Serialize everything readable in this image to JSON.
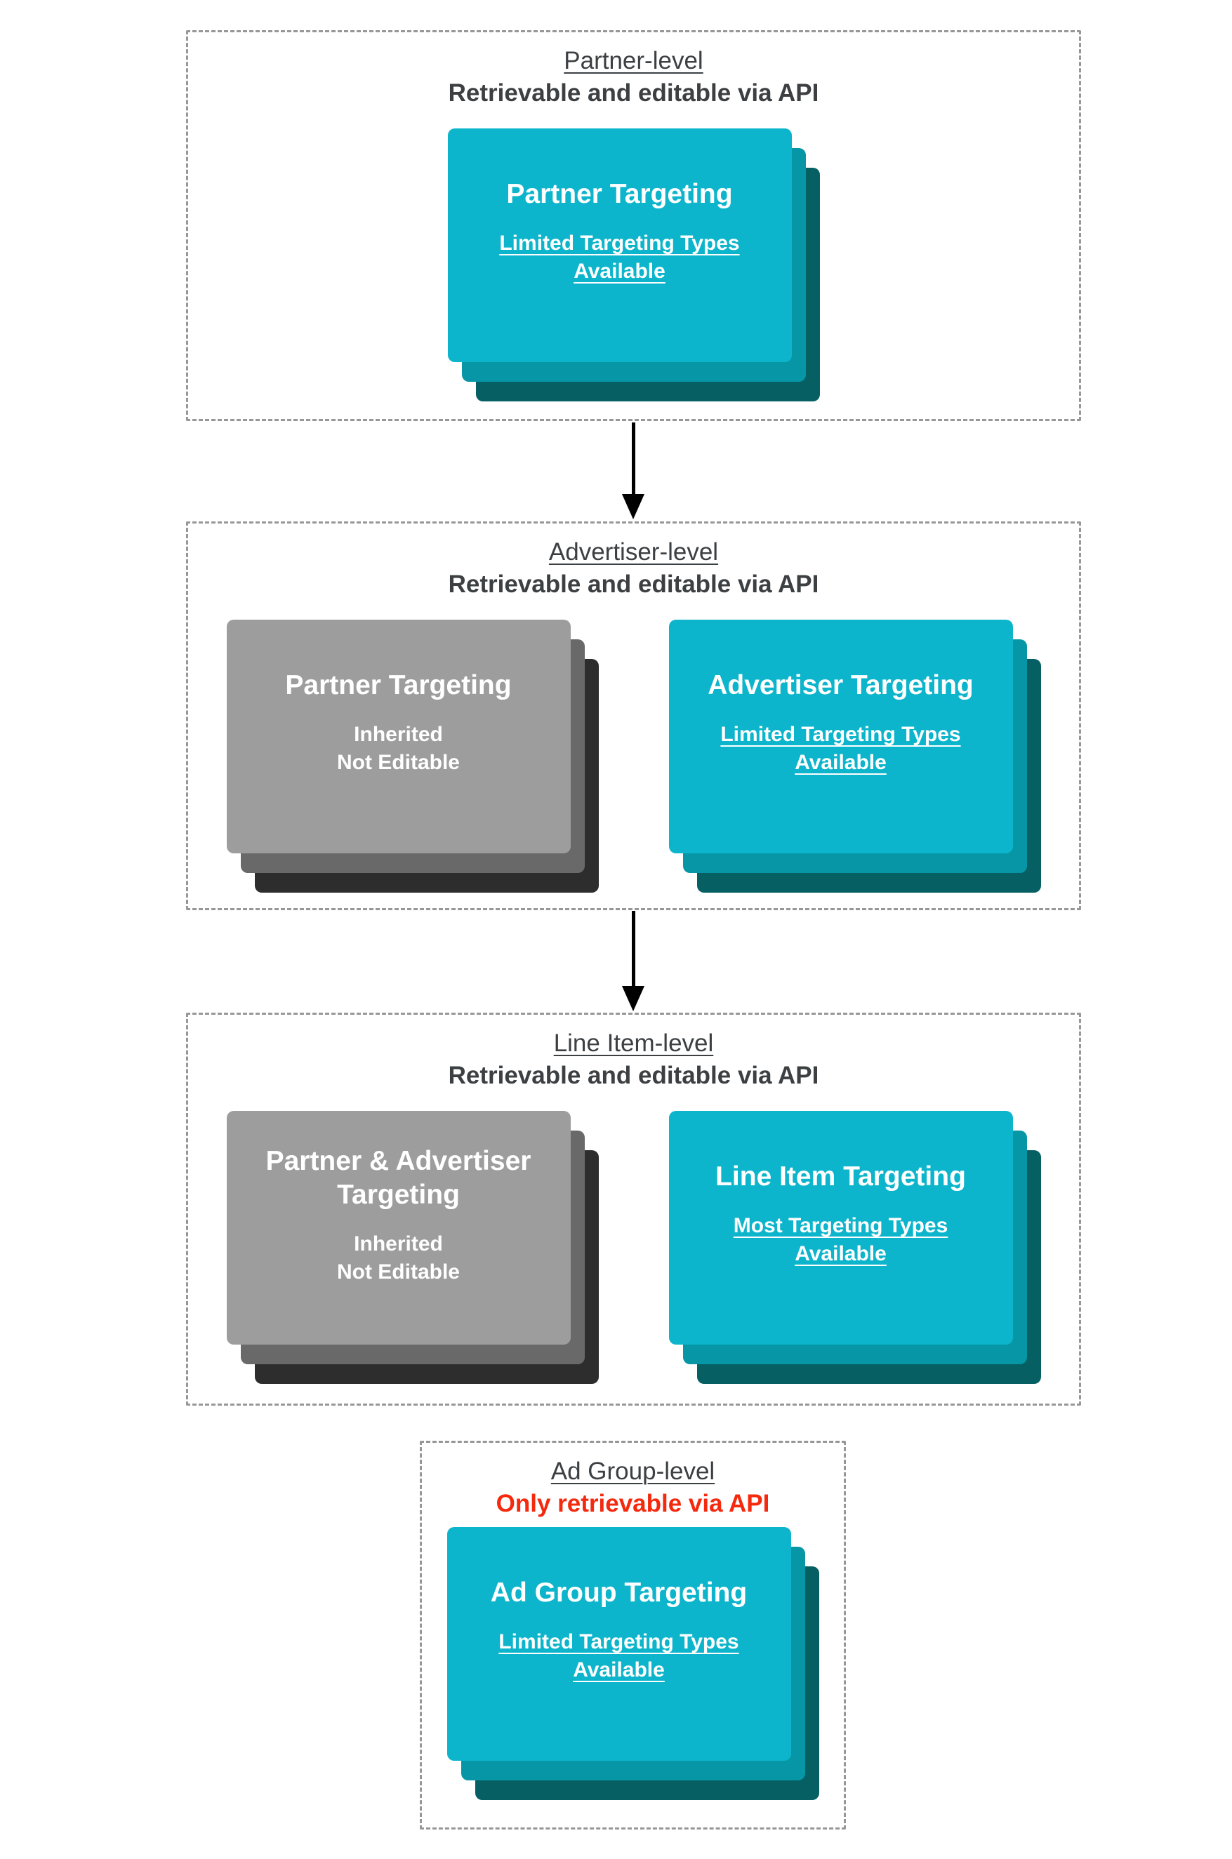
{
  "diagram": {
    "kind": "flow-diagram",
    "colors": {
      "teal_card": "#0cb5cb",
      "teal_card_mid_layer": "#0796a5",
      "teal_card_back_layer": "#055f63",
      "gray_card": "#9d9d9d",
      "gray_card_mid_layer": "#696969",
      "gray_card_back_layer": "#2d2d2d",
      "heading_text": "#3c4043",
      "alert_red_text": "#f4290e",
      "dashed_border": "#979797",
      "card_text": "#ffffff",
      "arrow": "#000000"
    }
  },
  "sections": [
    {
      "title": "Partner-level",
      "subtitle": "Retrievable and editable via API",
      "cards": [
        {
          "variant": "teal",
          "title_lines": [
            "Partner Targeting"
          ],
          "body_lines": [
            "Limited Targeting Types",
            "Available"
          ],
          "body_underlined": true
        }
      ]
    },
    {
      "title": "Advertiser-level",
      "subtitle": "Retrievable and editable via API",
      "cards": [
        {
          "variant": "gray",
          "title_lines": [
            "Partner Targeting"
          ],
          "body_lines": [
            "Inherited",
            "Not Editable"
          ],
          "body_underlined": false
        },
        {
          "variant": "teal",
          "title_lines": [
            "Advertiser Targeting"
          ],
          "body_lines": [
            "Limited Targeting Types",
            "Available"
          ],
          "body_underlined": true
        }
      ]
    },
    {
      "title": "Line Item-level",
      "subtitle": "Retrievable and editable via API",
      "cards": [
        {
          "variant": "gray",
          "title_lines": [
            "Partner & Advertiser",
            "Targeting"
          ],
          "body_lines": [
            "Inherited",
            "Not Editable"
          ],
          "body_underlined": false
        },
        {
          "variant": "teal",
          "title_lines": [
            "Line Item Targeting"
          ],
          "body_lines": [
            "Most Targeting Types",
            "Available"
          ],
          "body_underlined": true
        }
      ]
    },
    {
      "title": "Ad Group-level",
      "subtitle": "Only retrievable via API",
      "subtitle_is_red": true,
      "cards": [
        {
          "variant": "teal",
          "title_lines": [
            "Ad Group Targeting"
          ],
          "body_lines": [
            "Limited Targeting Types",
            "Available"
          ],
          "body_underlined": true
        }
      ]
    }
  ]
}
